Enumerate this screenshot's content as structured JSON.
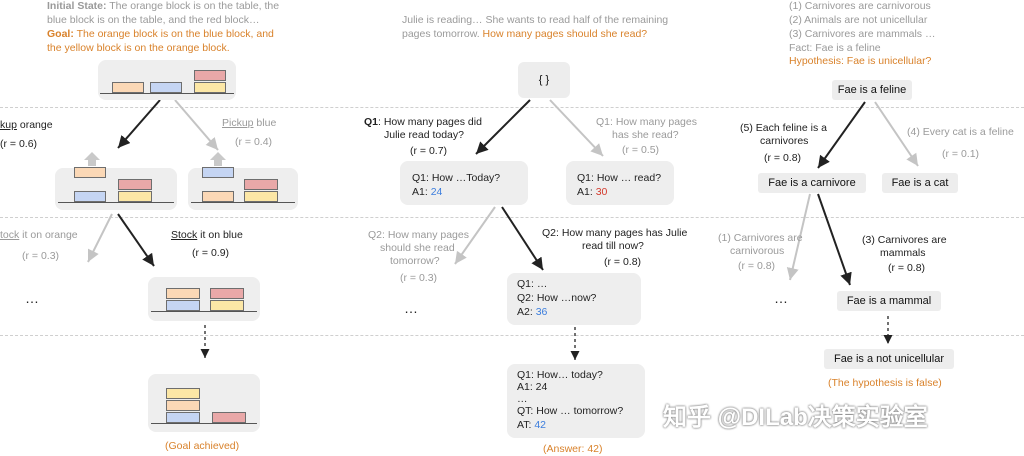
{
  "left": {
    "initial_label": "Initial State:",
    "initial_text_1": " The orange block is on the table, the",
    "initial_text_2": "blue block is on the table, and the red block…",
    "goal_label": "Goal:",
    "goal_text_1": " The orange block is on the blue block, and",
    "goal_text_2": "the yellow block is on the orange block.",
    "pickup_orange_verb": "kup",
    "pickup_orange_obj": " orange",
    "pickup_orange_r": "(r = 0.6)",
    "pickup_blue_verb": "Pickup",
    "pickup_blue_obj": " blue",
    "pickup_blue_r": "(r = 0.4)",
    "stack_orange_verb": "tock",
    "stack_orange_obj": " it on orange",
    "stack_orange_r": "(r = 0.3)",
    "stack_blue_verb": "Stock",
    "stack_blue_obj": " it on blue",
    "stack_blue_r": "(r = 0.9)",
    "ellipsis": "…",
    "goal_achieved": "(Goal achieved)"
  },
  "middle": {
    "problem_1": "Julie is reading… She wants to read half of the remaining",
    "problem_2": "pages tomorrow. ",
    "problem_question": "How many pages should she read?",
    "root": "{ }",
    "q1_label": "Q1",
    "q1_text_1": ": How many pages did",
    "q1_text_2": "Julie read today?",
    "q1_r": "(r = 0.7)",
    "q1b_text_1": "Q1: How many pages",
    "q1b_text_2": "has she read?",
    "q1b_r": "(r = 0.5)",
    "nodeA_q": "Q1: How …Today?",
    "nodeA_a_label": "A1: ",
    "nodeA_a_val": "24",
    "nodeB_q": "Q1: How … read?",
    "nodeB_a_label": "A1: ",
    "nodeB_a_val": "30",
    "q2a_text_1": "Q2: How many pages",
    "q2a_text_2": "should she read",
    "q2a_text_3": "tomorrow?",
    "q2a_r": "(r = 0.3)",
    "q2b_text_1": "Q2: How many pages has Julie",
    "q2b_text_2": "read till now?",
    "q2b_r": "(r = 0.8)",
    "nodeC_l1": "Q1: …",
    "nodeC_l2": "Q2: How …now?",
    "nodeC_l3_label": "A2: ",
    "nodeC_l3_val": "36",
    "nodeD_l1": "Q1:  How… today?",
    "nodeD_l2": "A1: 24",
    "nodeD_l3": "…",
    "nodeD_l4": "QT: How … tomorrow?",
    "nodeD_l5_label": "AT: ",
    "nodeD_l5_val": "42",
    "answer": "(Answer: 42)",
    "ellipsis": "…"
  },
  "right": {
    "fact1": "(1) Carnivores are carnivorous",
    "fact2": "(2) Animals are not unicellular",
    "fact3": "(3) Carnivores are mammals …",
    "fact4": "Fact: Fae is a feline",
    "hypothesis": "Hypothesis: Fae is unicellular?",
    "root": "Fae is a feline",
    "rule5_1": "(5) Each feline is a",
    "rule5_2": "carnivores",
    "rule5_r": "(r = 0.8)",
    "rule4": "(4) Every cat is a feline",
    "rule4_r": "(r = 0.1)",
    "node_carnivore": "Fae is a carnivore",
    "node_cat": "Fae is a cat",
    "rule1_1": "(1) Carnivores are",
    "rule1_2": "carnivorous",
    "rule1_r": "(r = 0.8)",
    "rule3_1": "(3) Carnivores are",
    "rule3_2": "mammals",
    "rule3_r": "(r = 0.8)",
    "node_mammal": "Fae is a mammal",
    "node_final": "Fae is a not unicellular",
    "result": "(The hypothesis is false)",
    "ellipsis": "…"
  },
  "watermark": "知乎 @DILab决策实验室"
}
